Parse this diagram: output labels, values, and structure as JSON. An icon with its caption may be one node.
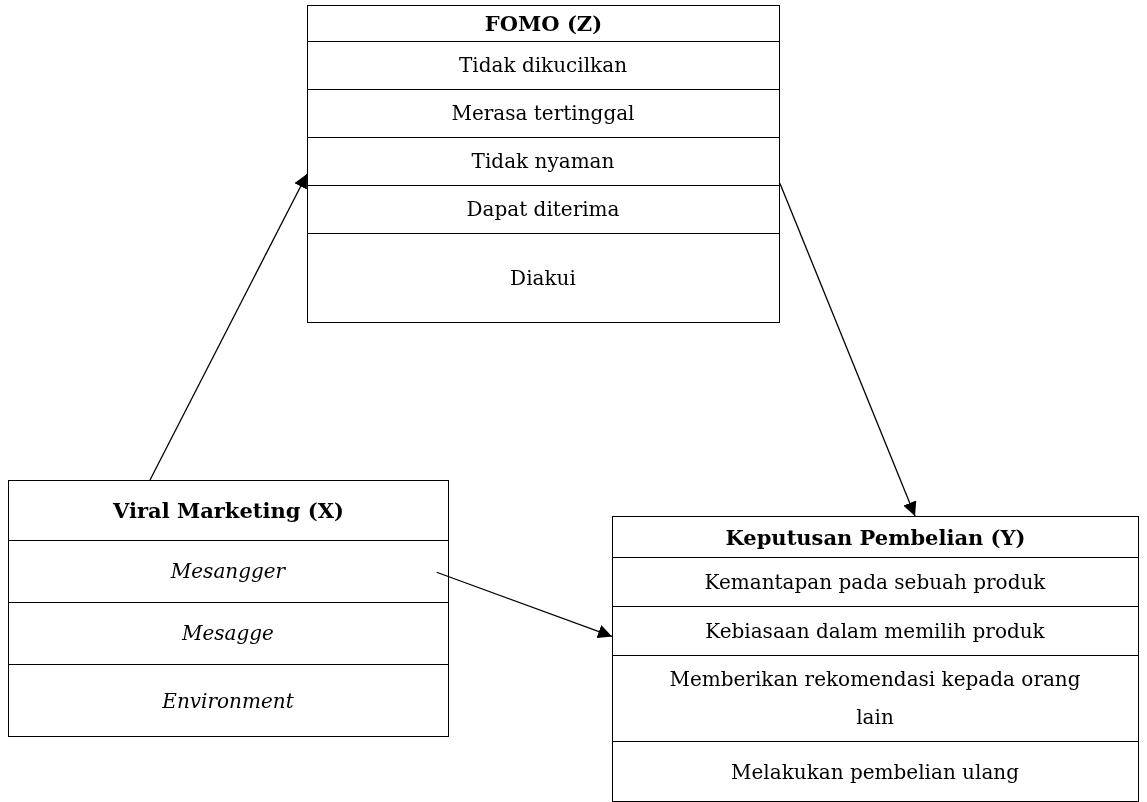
{
  "diagram": {
    "nodes": [
      {
        "text": [
          "FOMO (Z)"
        ]
      },
      {
        "text": [
          "Tidak dikucilkan"
        ],
        "in": 0
      },
      {
        "text": [
          "Merasa tertinggal"
        ],
        "in": 0
      },
      {
        "text": [
          "Tidak nyaman"
        ],
        "in": 0
      },
      {
        "text": [
          "Dapat diterima"
        ],
        "in": 0
      },
      {
        "text": [
          "Diakui"
        ],
        "in": 0
      },
      {
        "text": [
          "Viral Marketing (X)"
        ]
      },
      {
        "text": [
          "Mesangger"
        ],
        "in": 6
      },
      {
        "text": [
          "Mesagge"
        ],
        "in": 6
      },
      {
        "text": [
          "Environment"
        ],
        "in": 6
      },
      {
        "text": [
          "Keputusan Pembelian (Y)"
        ]
      },
      {
        "text": [
          "Kemantapan pada sebuah produk"
        ],
        "in": 10
      },
      {
        "text": [
          "Kebiasaan dalam memilih produk"
        ],
        "in": 10
      },
      {
        "text": [
          "Memberikan rekomendasi kepada orang lain"
        ],
        "in": 10
      },
      {
        "text": [
          "Melakukan pembelian ulang"
        ],
        "in": 10
      }
    ],
    "edges": [
      {
        "from": 6,
        "to": 3,
        "arrow": "to"
      },
      {
        "from": 3,
        "to": 10,
        "arrow": "to"
      },
      {
        "from": 7,
        "to": 12,
        "arrow": "to"
      }
    ]
  }
}
